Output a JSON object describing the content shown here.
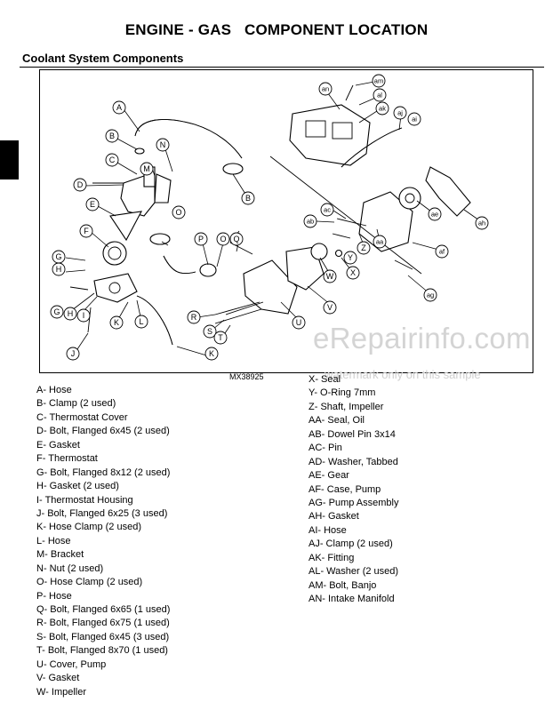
{
  "page_title": "ENGINE - GAS   COMPONENT LOCATION",
  "section_title": "Coolant System Components",
  "figure_id": "MX38925",
  "watermark": {
    "text": "eRepairinfo.com",
    "note": "watermark only on this sample"
  },
  "callouts": [
    "A",
    "B",
    "C",
    "D",
    "E",
    "F",
    "G",
    "H",
    "I",
    "J",
    "K",
    "L",
    "M",
    "N",
    "O",
    "P",
    "Q",
    "R",
    "S",
    "T",
    "U",
    "V",
    "W",
    "X",
    "Y",
    "Z",
    "aa",
    "ab",
    "ac",
    "ae",
    "af",
    "ag",
    "ah",
    "ai",
    "aj",
    "ak",
    "al",
    "am",
    "an"
  ],
  "legend_left": [
    "A- Hose",
    "B- Clamp (2 used)",
    "C- Thermostat Cover",
    "D- Bolt, Flanged 6x45 (2 used)",
    "E- Gasket",
    "F- Thermostat",
    "G- Bolt, Flanged 8x12 (2 used)",
    "H- Gasket (2 used)",
    "I- Thermostat Housing",
    "J- Bolt, Flanged 6x25 (3 used)",
    "K- Hose Clamp (2 used)",
    "L- Hose",
    "M- Bracket",
    "N- Nut (2 used)",
    "O- Hose Clamp (2 used)",
    "P- Hose",
    "Q- Bolt, Flanged 6x65 (1 used)",
    "R- Bolt, Flanged 6x75 (1 used)",
    "S- Bolt, Flanged 6x45 (3 used)",
    "T- Bolt, Flanged 8x70 (1 used)",
    "U- Cover, Pump",
    "V- Gasket",
    "W- Impeller"
  ],
  "legend_right": [
    "X- Seal",
    "Y- O-Ring 7mm",
    "Z- Shaft, Impeller",
    "AA- Seal, Oil",
    "AB- Dowel Pin 3x14",
    "AC- Pin",
    "AD- Washer, Tabbed",
    "AE- Gear",
    "AF- Case, Pump",
    "AG- Pump Assembly",
    "AH- Gasket",
    "AI- Hose",
    "AJ- Clamp (2 used)",
    "AK- Fitting",
    "AL- Washer (2 used)",
    "AM- Bolt, Banjo",
    "AN- Intake Manifold"
  ]
}
